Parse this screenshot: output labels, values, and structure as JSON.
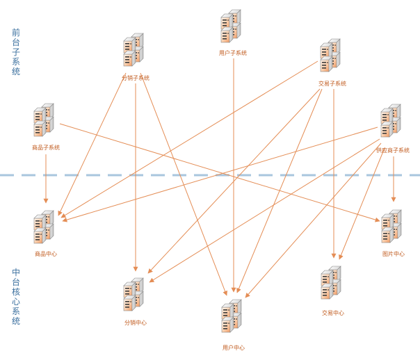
{
  "side_labels": {
    "front": "前台子系统",
    "core": "中台核心系统"
  },
  "colors": {
    "arrow": "#e48d55",
    "divider": "#a9c6de",
    "label_text": "#c05a1d",
    "side_text": "#3a6f9e"
  },
  "nodes": [
    {
      "id": "user_sys",
      "icon": "server-icon",
      "label": "用户子系统"
    },
    {
      "id": "dist_sys",
      "icon": "server-icon",
      "label": "分销子系统"
    },
    {
      "id": "trade_sys",
      "icon": "server-icon",
      "label": "交易子系统"
    },
    {
      "id": "goods_sys",
      "icon": "server-icon",
      "label": "商品子系统"
    },
    {
      "id": "supply_sys",
      "icon": "server-icon",
      "label": "供应商子系统"
    },
    {
      "id": "goods_center",
      "icon": "server-icon",
      "label": "商品中心"
    },
    {
      "id": "image_center",
      "icon": "server-icon",
      "label": "图片中心"
    },
    {
      "id": "trade_center",
      "icon": "server-icon",
      "label": "交易中心"
    },
    {
      "id": "dist_center",
      "icon": "server-icon",
      "label": "分销中心"
    },
    {
      "id": "user_center",
      "icon": "server-icon",
      "label": "用户中心"
    }
  ],
  "edges": [
    {
      "from": "goods_sys",
      "to": "goods_center"
    },
    {
      "from": "goods_sys",
      "to": "image_center"
    },
    {
      "from": "dist_sys",
      "to": "goods_center"
    },
    {
      "from": "dist_sys",
      "to": "dist_center"
    },
    {
      "from": "dist_sys",
      "to": "user_center"
    },
    {
      "from": "user_sys",
      "to": "user_center"
    },
    {
      "from": "trade_sys",
      "to": "goods_center"
    },
    {
      "from": "trade_sys",
      "to": "dist_center"
    },
    {
      "from": "trade_sys",
      "to": "user_center"
    },
    {
      "from": "trade_sys",
      "to": "trade_center"
    },
    {
      "from": "supply_sys",
      "to": "goods_center"
    },
    {
      "from": "supply_sys",
      "to": "dist_center"
    },
    {
      "from": "supply_sys",
      "to": "user_center"
    },
    {
      "from": "supply_sys",
      "to": "trade_center"
    },
    {
      "from": "supply_sys",
      "to": "image_center"
    }
  ]
}
